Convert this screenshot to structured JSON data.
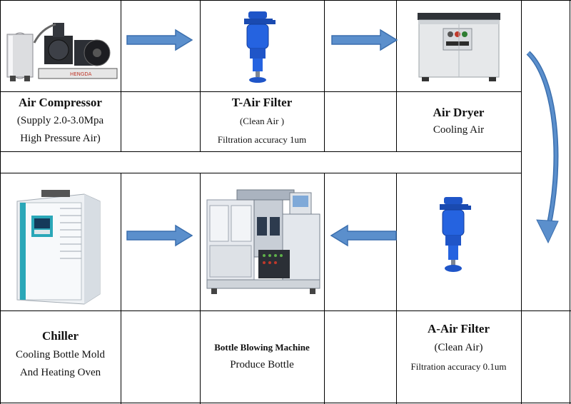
{
  "steps": {
    "air_compressor": {
      "title": "Air Compressor",
      "line1": "(Supply 2.0-3.0Mpa",
      "line2": "High Pressure Air)",
      "logo": "HENGDA"
    },
    "t_air_filter": {
      "title": "T-Air Filter",
      "line1": "(Clean Air )",
      "line2": "Filtration accuracy 1um"
    },
    "air_dryer": {
      "title": "Air Dryer",
      "line1": "Cooling Air"
    },
    "chiller": {
      "title": "Chiller",
      "line1": "Cooling Bottle Mold",
      "line2": "And Heating Oven"
    },
    "bottle_blowing_machine": {
      "title": "Bottle Blowing Machine",
      "line1": "Produce Bottle"
    },
    "a_air_filter": {
      "title": "A-Air Filter",
      "line1": "(Clean Air)",
      "line2": "Filtration accuracy 0.1um"
    }
  },
  "colors": {
    "arrow": "#5b8fcc",
    "arrow_dark": "#3b6fae",
    "filter_blue": "#1f55c8",
    "chiller_teal": "#2aa7b8"
  },
  "icons": [
    "compressor-image",
    "filter-image",
    "dryer-image",
    "chiller-image",
    "blowing-machine-image",
    "arrow-right-icon",
    "arrow-left-icon",
    "curved-arrow-icon"
  ]
}
